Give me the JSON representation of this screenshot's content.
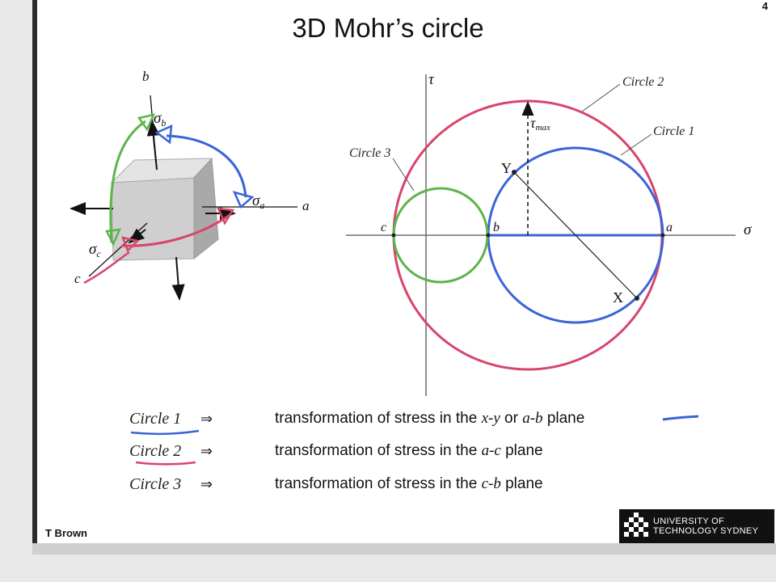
{
  "slide": {
    "title": "3D Mohr’s circle",
    "page_number": "4",
    "author": "T Brown",
    "logo": {
      "line1": "UNIVERSITY OF",
      "line2": "TECHNOLOGY SYDNEY"
    }
  },
  "cube": {
    "axis_b": "b",
    "axis_a": "a",
    "axis_c": "c",
    "sigma": "σ",
    "sub_b": "b",
    "sub_a": "a",
    "sub_c": "c"
  },
  "mohr": {
    "tau_axis": "τ",
    "sigma_axis": "σ",
    "tau": "τ",
    "max_sub": "max",
    "point_c": "c",
    "point_b": "b",
    "point_a": "a",
    "point_x": "X",
    "point_y": "Y",
    "circle1_label": "Circle 1",
    "circle2_label": "Circle 2",
    "circle3_label": "Circle 3"
  },
  "legend": [
    {
      "name": "Circle 1",
      "arrow": "⇒",
      "prefix": "transformation of stress in the ",
      "var1": "x-y",
      "mid": " or ",
      "var2": "a-b",
      "suffix": " plane"
    },
    {
      "name": "Circle 2",
      "arrow": "⇒",
      "prefix": "transformation of stress in the ",
      "var1": "a-c",
      "suffix": " plane"
    },
    {
      "name": "Circle 3",
      "arrow": "⇒",
      "prefix": "transformation of stress in the ",
      "var1": "c-b",
      "suffix": " plane"
    }
  ],
  "colors": {
    "circle1": "#3a64d8",
    "circle2": "#d8456b",
    "circle3": "#5cb54a",
    "axis": "#333333"
  }
}
